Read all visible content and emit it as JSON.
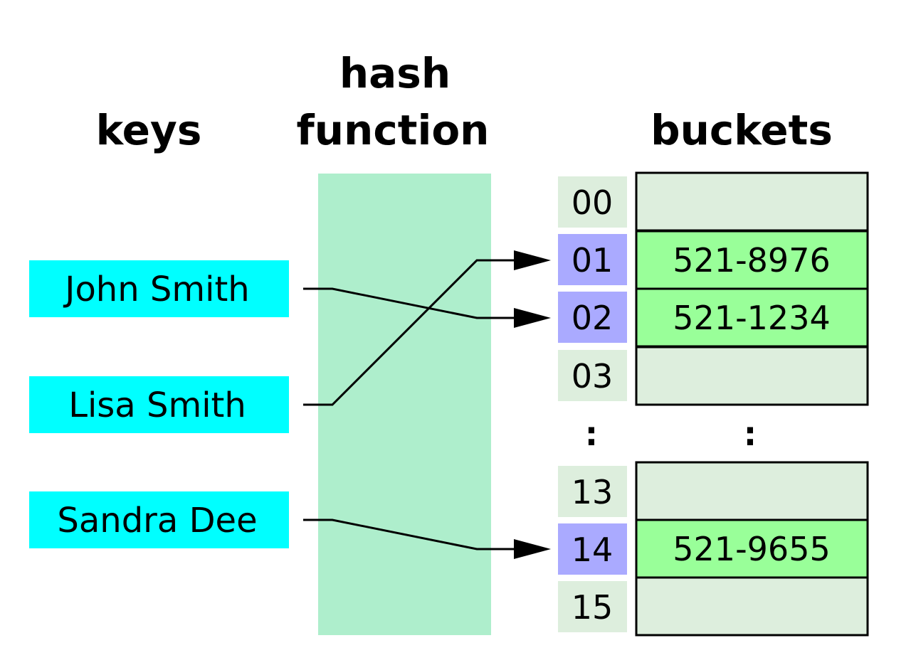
{
  "titles": {
    "keys": "keys",
    "hash_line1": "hash",
    "hash_line2": "function",
    "buckets": "buckets"
  },
  "colors": {
    "key_box": "#00ffff",
    "hash_function": "#aeeecc",
    "index_default": "#ddeedd",
    "index_highlight": "#aaaaff",
    "bucket_filled": "#99ff99",
    "bucket_empty": "#ddeedd"
  },
  "keys": [
    "John Smith",
    "Lisa Smith",
    "Sandra Dee"
  ],
  "indices": [
    {
      "label": "00",
      "highlight": false
    },
    {
      "label": "01",
      "highlight": true
    },
    {
      "label": "02",
      "highlight": true
    },
    {
      "label": "03",
      "highlight": false
    },
    {
      "label": "13",
      "highlight": false
    },
    {
      "label": "14",
      "highlight": true
    },
    {
      "label": "15",
      "highlight": false
    }
  ],
  "buckets": [
    "",
    "521-8976",
    "521-1234",
    "",
    "",
    "521-9655",
    ""
  ],
  "ellipsis": ":",
  "mappings": [
    {
      "key": "John Smith",
      "index": "02"
    },
    {
      "key": "Lisa Smith",
      "index": "01"
    },
    {
      "key": "Sandra Dee",
      "index": "14"
    }
  ]
}
